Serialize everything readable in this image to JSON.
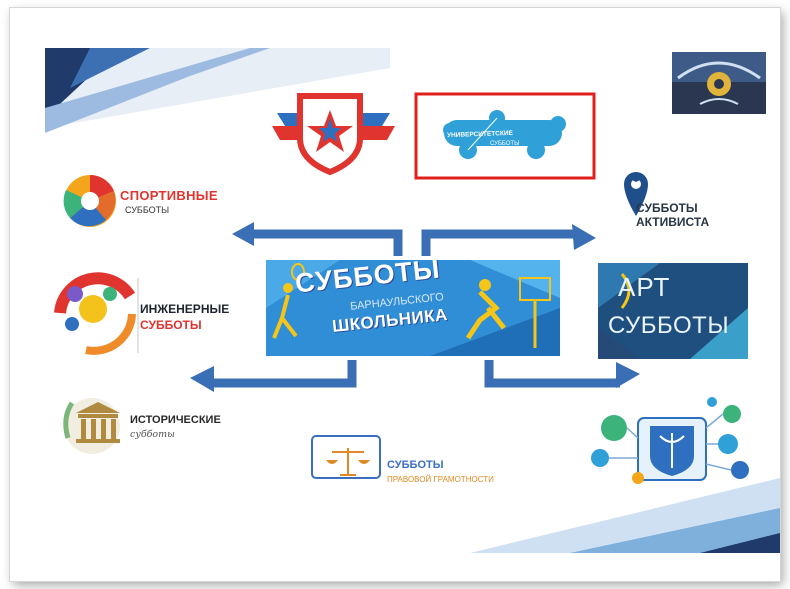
{
  "slide": {
    "center_logo": {
      "title": "СУББОТЫ",
      "subtitle_line1": "БАРНАУЛЬСКОГО",
      "subtitle_line2": "ШКОЛЬНИКА"
    },
    "sport": {
      "line1": "СПОРТИВНЫЕ",
      "line2": "СУББОТЫ"
    },
    "engineering": {
      "line1": "ИНЖЕНЕРНЫЕ",
      "line2": "СУББОТЫ"
    },
    "history": {
      "line1": "ИСТОРИЧЕСКИЕ",
      "line2": "субботы"
    },
    "law": {
      "line1": "СУББОТЫ",
      "line2": "ПРАВОВОЙ ГРАМОТНОСТИ"
    },
    "activist": {
      "line1": "СУББОТЫ",
      "line2": "АКТИВИСТА"
    },
    "university": {
      "line1": "УНИВЕРСИТЕТСКИЕ",
      "line2": "СУББОТЫ"
    },
    "art": {
      "line1": "АРТ",
      "line2": "СУББОТЫ"
    }
  },
  "colors": {
    "accent_red": "#e0342f",
    "accent_blue": "#2f6fc0",
    "arrow_blue": "#3a6fb6",
    "navy": "#1f3a6b"
  },
  "icons": [
    "army-shield-logo",
    "university-logo",
    "sport-logo",
    "engineering-logo",
    "history-building-icon",
    "law-scales-icon",
    "location-pin-icon",
    "art-logo",
    "medical-university-emblem",
    "corner-emblem"
  ]
}
